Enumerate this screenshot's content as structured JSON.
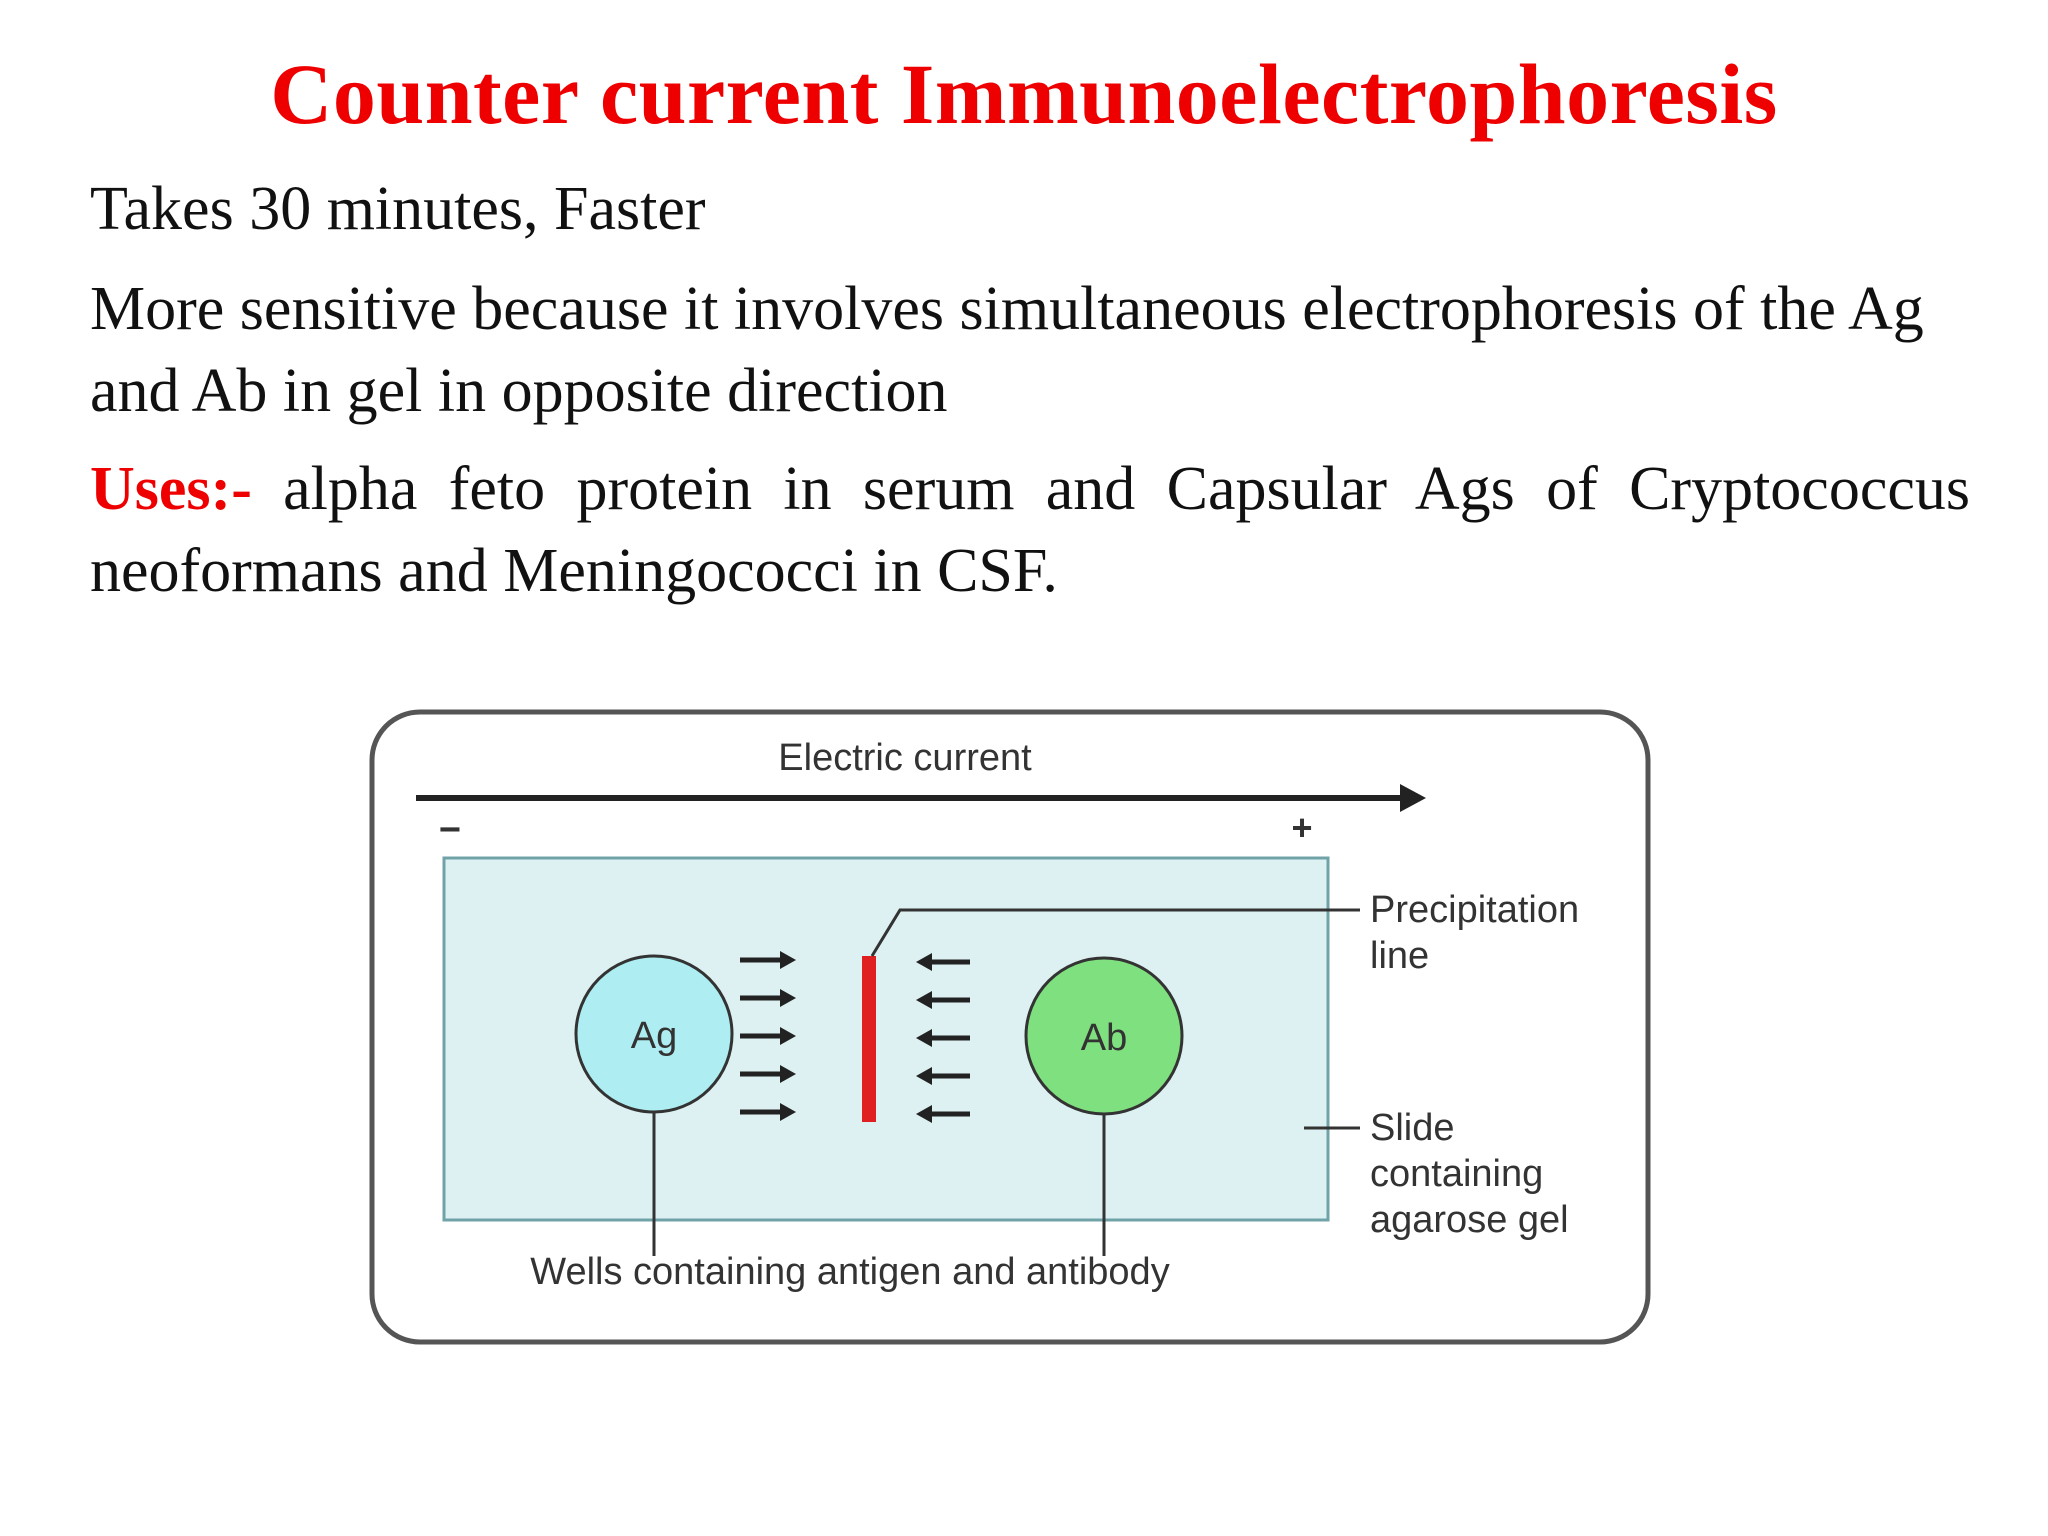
{
  "slide": {
    "title": "Counter current Immunoelectrophoresis",
    "points": [
      "Takes 30 minutes, Faster",
      "More sensitive  because it involves simultaneous electrophoresis of the Ag and Ab in gel in opposite direction"
    ],
    "uses": {
      "label": "Uses:-",
      "text": " alpha feto protein in serum and Capsular Ags of Cryptococcus neoformans and Meningococci in CSF."
    }
  },
  "diagram": {
    "electric_current_label": "Electric current",
    "negative_sign": "−",
    "positive_sign": "+",
    "antigen_well_label": "Ag",
    "antibody_well_label": "Ab",
    "precipitation_line_label": [
      "Precipitation",
      "line"
    ],
    "slide_label": [
      "Slide",
      "containing",
      "agarose gel"
    ],
    "wells_label": "Wells containing antigen and antibody",
    "colors": {
      "title": "#ee0000",
      "uses_label": "#ee0000",
      "gel": "#ddf0f2",
      "antigen_well": "#aeeef2",
      "antibody_well": "#7fe07f",
      "precipitation_line": "#e02020"
    }
  }
}
